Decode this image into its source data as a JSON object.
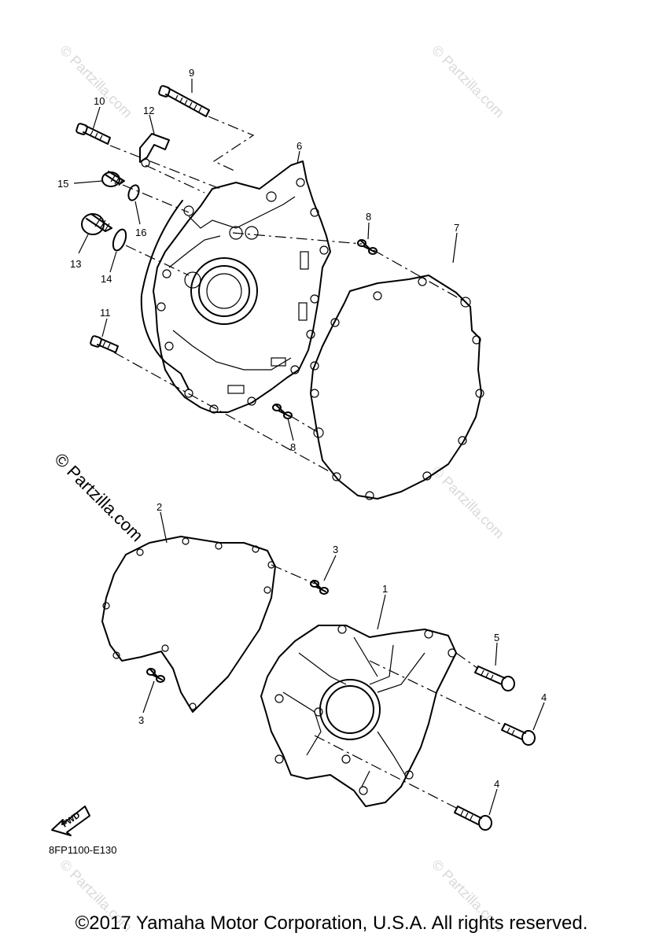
{
  "diagram_code": "8FP1100-E130",
  "fwd_label": "FWD",
  "copyright": "©2017 Yamaha Motor Corporation, U.S.A. All rights reserved.",
  "watermark_main": "© Partzilla.com",
  "watermark_faint": "© Partzilla.com",
  "callouts": {
    "c1": "1",
    "c2": "2",
    "c3a": "3",
    "c3b": "3",
    "c4a": "4",
    "c4b": "4",
    "c5": "5",
    "c6": "6",
    "c7": "7",
    "c8a": "8",
    "c8b": "8",
    "c9": "9",
    "c10": "10",
    "c11": "11",
    "c12": "12",
    "c13": "13",
    "c14": "14",
    "c15": "15",
    "c16": "16"
  }
}
